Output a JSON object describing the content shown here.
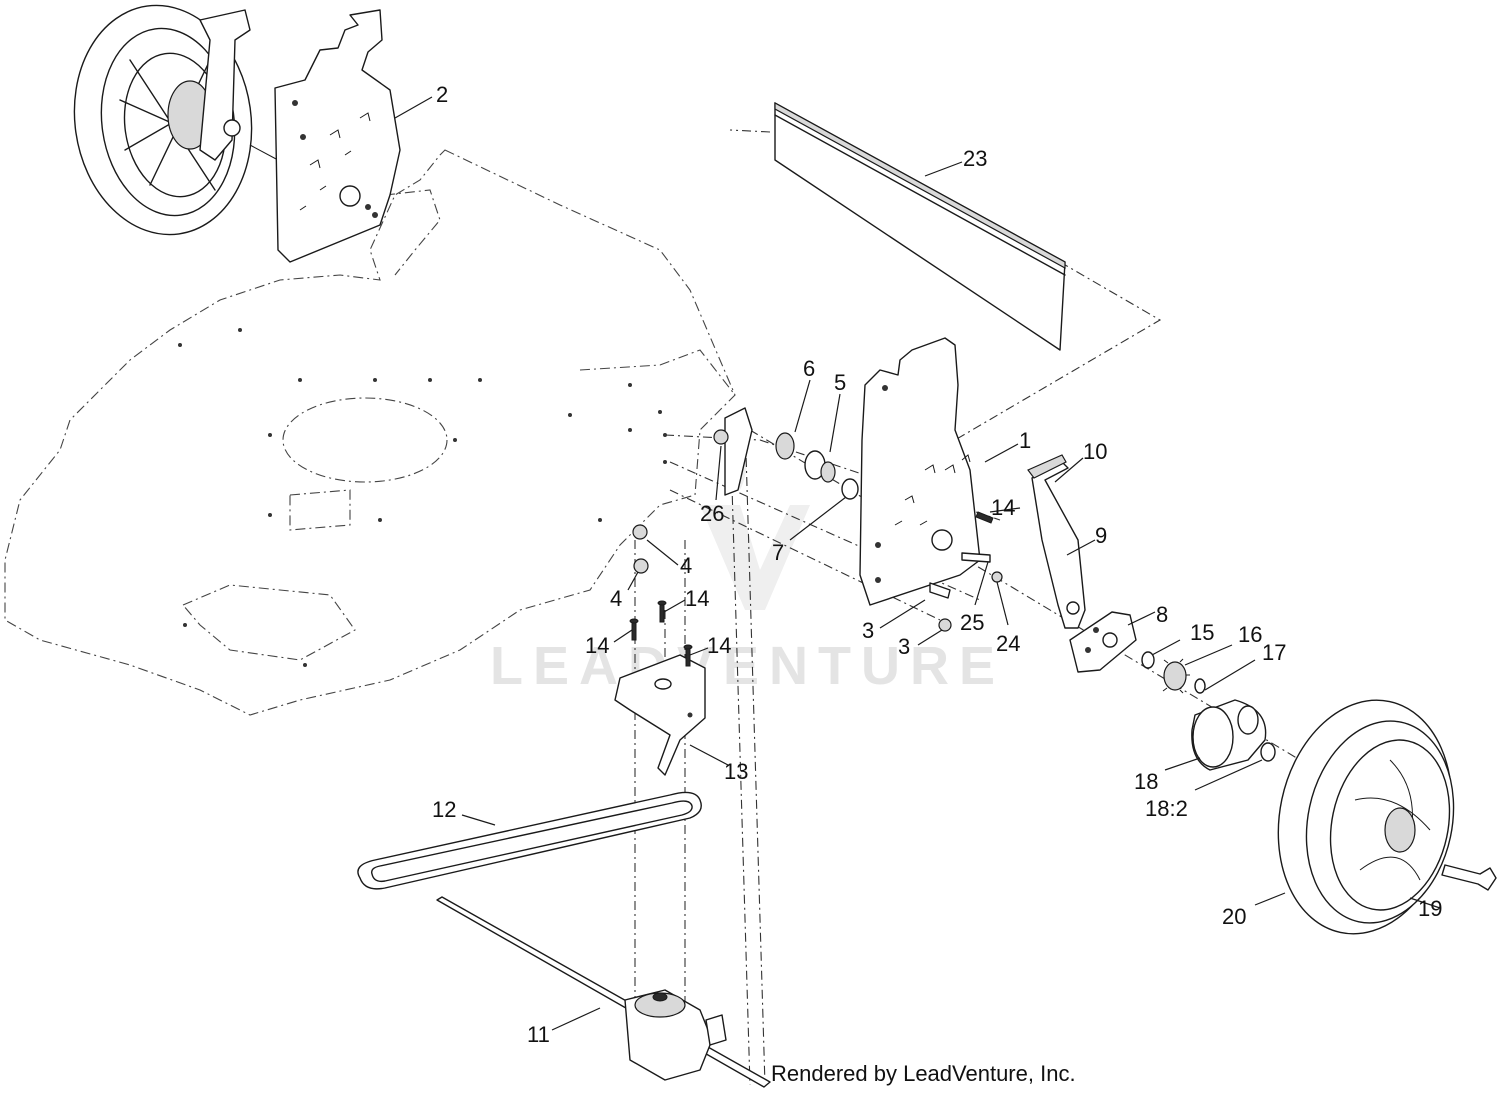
{
  "watermark": "LEADVENTURE",
  "credit": "Rendered by LeadVenture, Inc.",
  "callouts": [
    "2",
    "23",
    "6",
    "5",
    "1",
    "10",
    "14",
    "9",
    "26",
    "7",
    "4",
    "4",
    "14",
    "14",
    "14",
    "3",
    "3",
    "25",
    "24",
    "8",
    "15",
    "16",
    "17",
    "13",
    "18",
    "18:2",
    "12",
    "20",
    "19",
    "11"
  ]
}
